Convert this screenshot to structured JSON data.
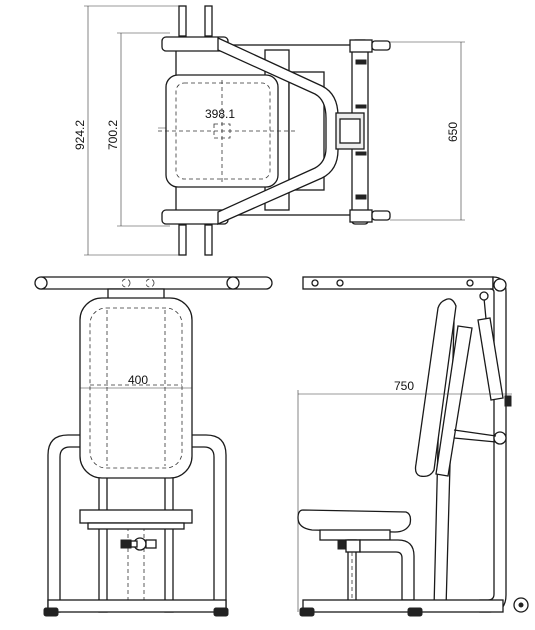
{
  "dimensions": {
    "top_overall_length": "924.2",
    "top_inner_length": "700.2",
    "top_seat_width": "398.1",
    "top_side_depth": "650",
    "front_seat_width": "400",
    "side_depth": "750"
  }
}
